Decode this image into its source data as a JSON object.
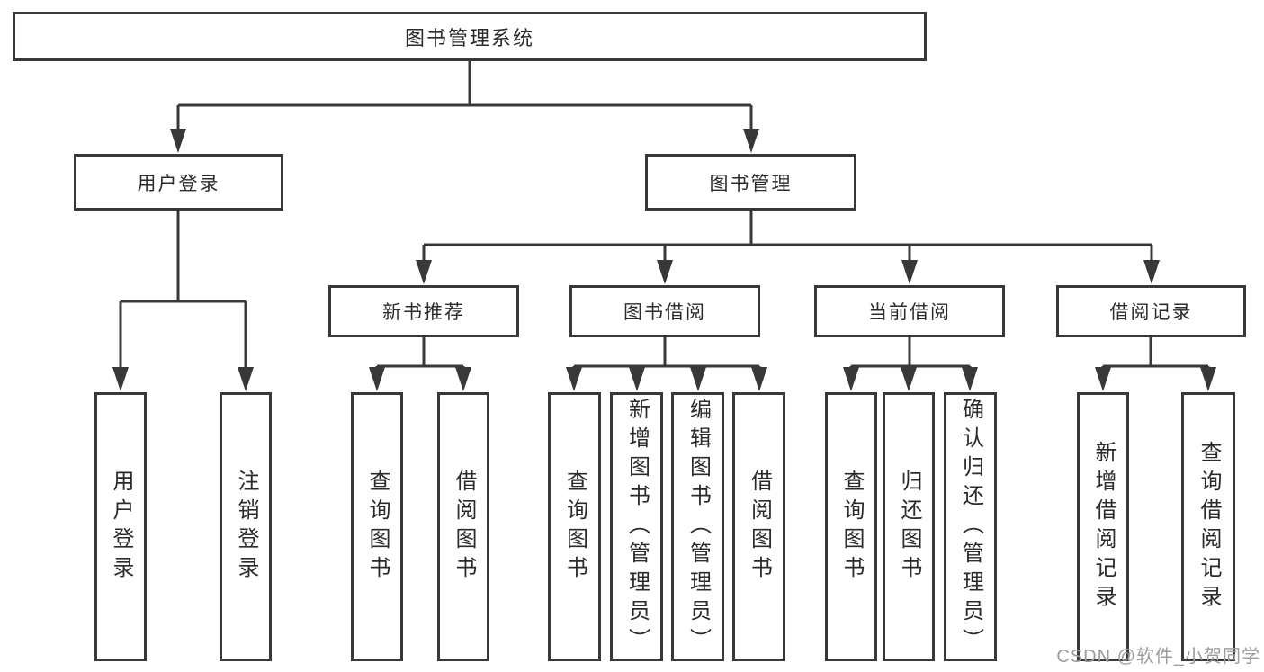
{
  "root": {
    "label": "图书管理系统"
  },
  "branches": {
    "user_login": {
      "label": "用户登录",
      "children": {
        "login": "用户登录",
        "logout": "注销登录"
      }
    },
    "book_management": {
      "label": "图书管理",
      "sections": {
        "new_book_recommend": {
          "label": "新书推荐",
          "children": [
            "查询图书",
            "借阅图书"
          ]
        },
        "book_borrow": {
          "label": "图书借阅",
          "children": [
            "查询图书",
            "新增图书（管理员）",
            "编辑图书（管理员）",
            "借阅图书"
          ]
        },
        "current_borrow": {
          "label": "当前借阅",
          "children": [
            "查询图书",
            "归还图书",
            "确认归还（管理员）"
          ]
        },
        "borrow_records": {
          "label": "借阅记录",
          "children": [
            "新增借阅记录",
            "查询借阅记录"
          ]
        }
      }
    }
  },
  "watermark": {
    "text": "CSDN @软件_小贺同学",
    "color": "#9c9c9c"
  },
  "style": {
    "line_color": "#383838",
    "box_border_color": "#383838",
    "box_background": "#ffffff",
    "page_background": "#ffffff"
  }
}
